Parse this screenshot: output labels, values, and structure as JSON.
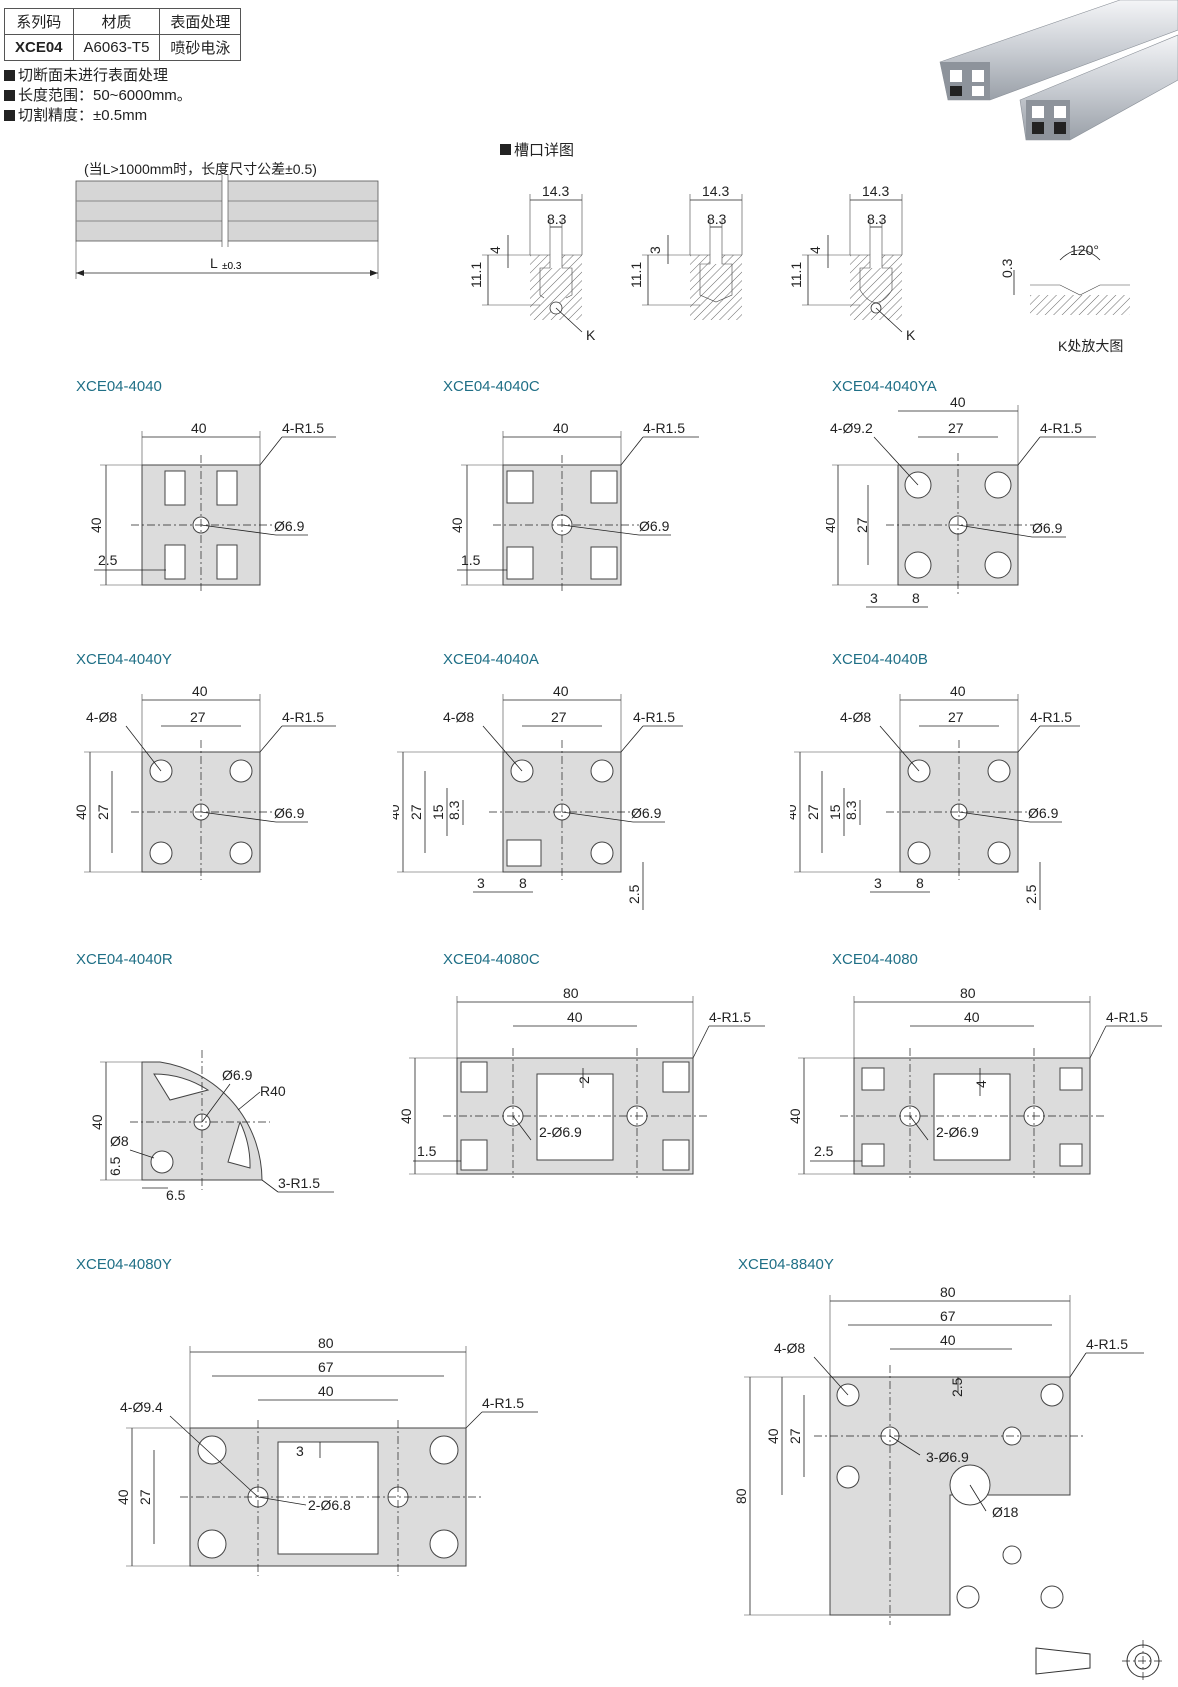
{
  "spec_table": {
    "headers": [
      "系列码",
      "材质",
      "表面处理"
    ],
    "row": [
      "XCE04",
      "A6063-T5",
      "喷砂电泳"
    ]
  },
  "notes": [
    "切断面未进行表面处理",
    "长度范围：50~6000mm。",
    "切割精度：±0.5mm"
  ],
  "length_diagram": {
    "tolerance_note": "(当L>1000mm时，长度尺寸公差±0.5)",
    "length_label": "L",
    "length_tol": "±0.3"
  },
  "slot_detail": {
    "title": "槽口详图",
    "width_outer": "14.3",
    "width_inner": "8.3",
    "depth_a": "4",
    "depth_b": "3",
    "depth_c": "4",
    "height": "11.1",
    "k_label": "K",
    "k_caption": "K处放大图",
    "k_depth": "0.3",
    "k_angle": "120°"
  },
  "profiles": [
    {
      "id": "XCE04-4040",
      "dims": [
        "40",
        "4-R1.5",
        "40",
        "Ø6.9",
        "2.5"
      ]
    },
    {
      "id": "XCE04-4040C",
      "dims": [
        "40",
        "4-R1.5",
        "40",
        "Ø6.9",
        "1.5"
      ]
    },
    {
      "id": "XCE04-4040YA",
      "dims": [
        "40",
        "4-Ø9.2",
        "27",
        "4-R1.5",
        "40",
        "27",
        "Ø6.9",
        "3",
        "8"
      ]
    },
    {
      "id": "XCE04-4040Y",
      "dims": [
        "40",
        "4-Ø8",
        "27",
        "4-R1.5",
        "40",
        "27",
        "Ø6.9"
      ]
    },
    {
      "id": "XCE04-4040A",
      "dims": [
        "40",
        "4-Ø8",
        "27",
        "4-R1.5",
        "40",
        "27",
        "15",
        "8.3",
        "Ø6.9",
        "3",
        "8",
        "2.5"
      ]
    },
    {
      "id": "XCE04-4040B",
      "dims": [
        "40",
        "4-Ø8",
        "27",
        "4-R1.5",
        "40",
        "27",
        "15",
        "8.3",
        "Ø6.9",
        "3",
        "8",
        "2.5"
      ]
    },
    {
      "id": "XCE04-4040R",
      "dims": [
        "Ø6.9",
        "R40",
        "40",
        "Ø8",
        "6.5",
        "6.5",
        "3-R1.5"
      ]
    },
    {
      "id": "XCE04-4080C",
      "dims": [
        "80",
        "40",
        "4-R1.5",
        "2",
        "40",
        "2-Ø6.9",
        "1.5"
      ]
    },
    {
      "id": "XCE04-4080",
      "dims": [
        "80",
        "40",
        "4-R1.5",
        "4",
        "40",
        "2-Ø6.9",
        "2.5"
      ]
    },
    {
      "id": "XCE04-4080Y",
      "dims": [
        "80",
        "67",
        "40",
        "4-Ø9.4",
        "4-R1.5",
        "3",
        "40",
        "27",
        "2-Ø6.8"
      ]
    },
    {
      "id": "XCE04-8840Y",
      "dims": [
        "80",
        "67",
        "40",
        "4-Ø8",
        "4-R1.5",
        "2.5",
        "40",
        "27",
        "3-Ø6.9",
        "80",
        "Ø18"
      ]
    }
  ],
  "colors": {
    "title": "#1f6f86",
    "profile_fill": "#dcdcdc",
    "line": "#444444"
  }
}
